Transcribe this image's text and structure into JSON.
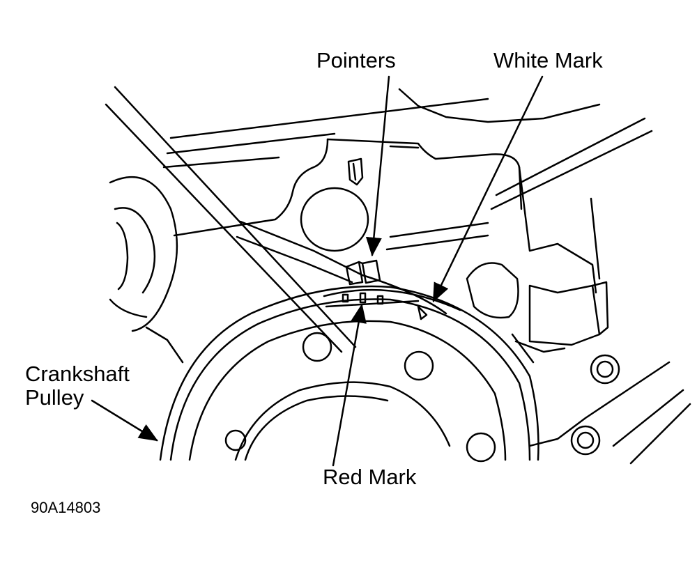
{
  "labels": {
    "pointers": "Pointers",
    "white_mark": "White Mark",
    "crankshaft_pulley_line1": "Crankshaft",
    "crankshaft_pulley_line2": "Pulley",
    "red_mark": "Red Mark"
  },
  "figure_reference": "90A14803",
  "colors": {
    "ink": "#000000",
    "paper": "#ffffff"
  }
}
